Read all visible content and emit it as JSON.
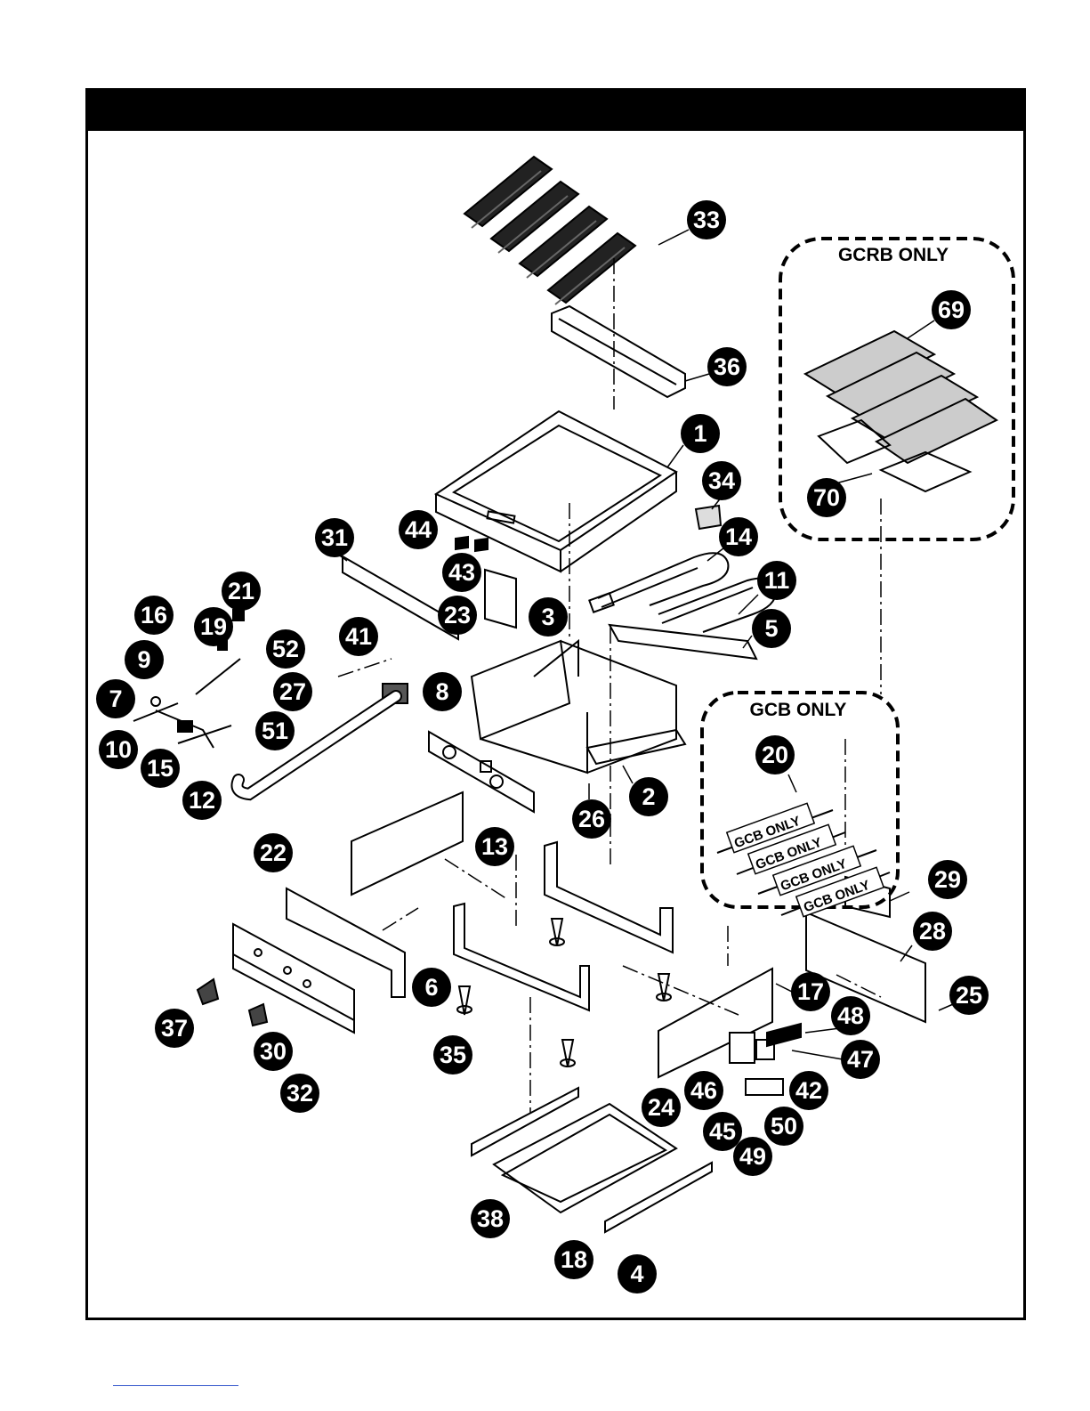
{
  "diagram": {
    "title": "",
    "callouts": [
      "1",
      "2",
      "3",
      "4",
      "5",
      "6",
      "7",
      "8",
      "9",
      "10",
      "11",
      "12",
      "13",
      "14",
      "15",
      "16",
      "17",
      "18",
      "19",
      "20",
      "21",
      "22",
      "23",
      "24",
      "25",
      "26",
      "27",
      "28",
      "29",
      "30",
      "31",
      "32",
      "33",
      "34",
      "35",
      "36",
      "37",
      "38",
      "41",
      "42",
      "43",
      "44",
      "45",
      "46",
      "47",
      "48",
      "49",
      "50",
      "51",
      "52",
      "69",
      "70"
    ],
    "regions": {
      "gcrb_only": "GCRB ONLY",
      "gcb_only": "GCB ONLY"
    },
    "strip_labels": [
      "GCB ONLY",
      "GCB ONLY",
      "GCB ONLY",
      "GCB ONLY"
    ]
  }
}
